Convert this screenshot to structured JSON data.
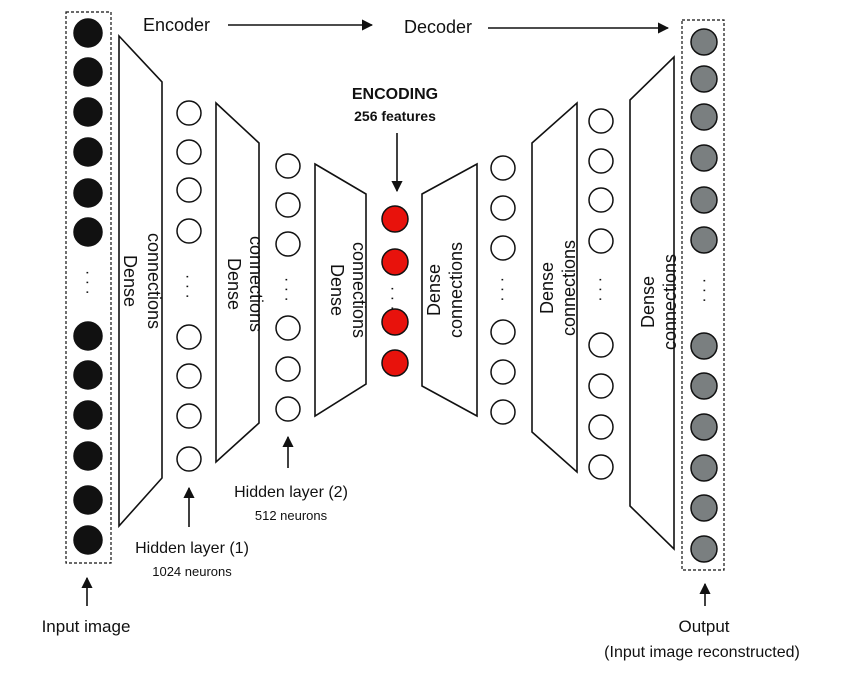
{
  "top_labels": {
    "encoder": "Encoder",
    "decoder": "Decoder"
  },
  "encoding": {
    "title": "ENCODING",
    "subtitle": "256 features"
  },
  "hidden1": {
    "title": "Hidden layer (1)",
    "subtitle": "1024 neurons"
  },
  "hidden2": {
    "title": "Hidden layer (2)",
    "subtitle": "512 neurons"
  },
  "input": {
    "label": "Input image"
  },
  "output": {
    "label": "Output",
    "sublabel": "(Input image reconstructed)"
  },
  "dense_label": {
    "line1": "Dense",
    "line2": "connections"
  },
  "ellipsis": "· · ·",
  "colors": {
    "input_node": "#111111",
    "hidden_node": "#ffffff",
    "encoding_node": "#e8120c",
    "output_node": "#7a7f80",
    "stroke": "#111111"
  }
}
